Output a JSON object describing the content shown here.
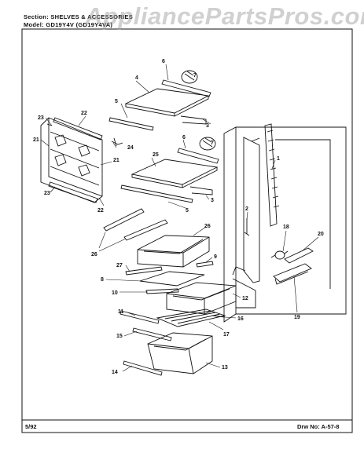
{
  "header": {
    "section": "Section: SHELVES & ACCESSORIES",
    "models": "Model: GD19Y4V (GD19Y4VA)"
  },
  "watermark": "AppliancePartsPros.com",
  "footer": {
    "date": "5/92",
    "drawing_number": "Drw No: A-57-8"
  },
  "callouts": [
    "1",
    "2",
    "3",
    "4",
    "5",
    "6",
    "7",
    "8",
    "9",
    "10",
    "11",
    "12",
    "13",
    "14",
    "15",
    "16",
    "17",
    "18",
    "19",
    "20",
    "21",
    "22",
    "23",
    "24",
    "25",
    "26",
    "27"
  ],
  "colors": {
    "ink": "#111111",
    "watermark": "#969696"
  }
}
